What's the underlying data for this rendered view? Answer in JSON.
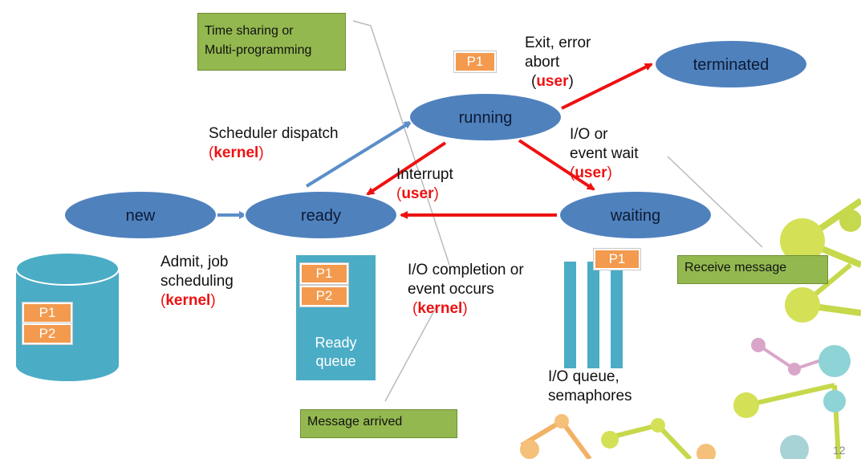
{
  "states": {
    "new": "new",
    "ready": "ready",
    "running": "running",
    "waiting": "waiting",
    "terminated": "terminated"
  },
  "transitions": {
    "admit": {
      "line1": "Admit, job",
      "line2": "scheduling",
      "actor": "kernel"
    },
    "dispatch": {
      "line1": "Scheduler dispatch",
      "actor": "kernel"
    },
    "interrupt": {
      "line1": "Interrupt",
      "actor": "user"
    },
    "exit": {
      "line1": "Exit, error",
      "line2": "abort",
      "actor": "user"
    },
    "io_wait": {
      "line1": "I/O  or",
      "line2": "event wait",
      "actor": "user"
    },
    "io_complete": {
      "line1": "I/O completion or",
      "line2": "event occurs",
      "actor": "kernel"
    }
  },
  "notes": {
    "time_sharing_line1": "Time sharing or",
    "time_sharing_line2": "Multi-programming",
    "receive_message": "Receive message",
    "message_arrived": "Message arrived"
  },
  "processes": {
    "running_tag": "P1",
    "storage": [
      "P1",
      "P2"
    ],
    "ready_queue": [
      "P1",
      "P2"
    ],
    "io_queue_tag": "P1"
  },
  "queues": {
    "ready_line1": "Ready",
    "ready_line2": "queue",
    "io_line1": "I/O queue,",
    "io_line2": "semaphores"
  },
  "page_number": "12",
  "colors": {
    "state_fill": "#4f81bd",
    "red_arrow": "#ee1111",
    "blue_arrow": "#5b8ec9",
    "cylinder": "#4bacc6",
    "queue": "#4bacc6",
    "note": "#93b84f",
    "tag": "#f39a4e"
  }
}
